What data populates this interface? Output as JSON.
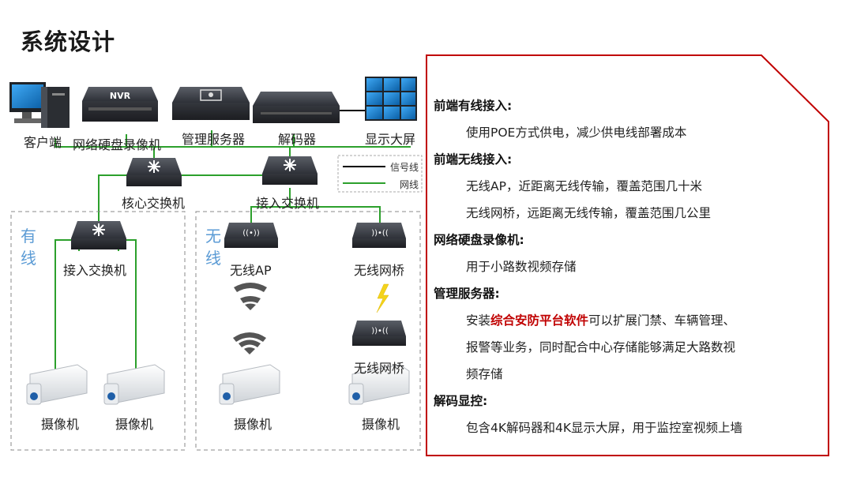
{
  "title": "系统设计",
  "devices": {
    "client": "客户端",
    "nvr": "网络硬盘录像机",
    "nvr_badge": "NVR",
    "mgmt_server": "管理服务器",
    "decoder": "解码器",
    "display": "显示大屏",
    "core_switch": "核心交换机",
    "access_switch_top": "接入交换机",
    "access_switch_wired": "接入交换机",
    "wireless_ap": "无线AP",
    "wireless_bridge_top": "无线网桥",
    "wireless_bridge_bottom": "无线网桥",
    "camera": "摄像机"
  },
  "zones": {
    "wired": "有线",
    "wireless": "无线"
  },
  "legend": {
    "signal": "信号线",
    "network": "网线"
  },
  "colors": {
    "network_line": "#2ca02c",
    "signal_line": "#000000",
    "panel_border": "#c00000",
    "highlight": "#c00000",
    "zone_label": "#5b9bd5"
  },
  "info": {
    "s1_title": "前端有线接入:",
    "s1_line1": "使用POE方式供电，减少供电线部署成本",
    "s2_title": "前端无线接入:",
    "s2_line1": "无线AP，近距离无线传输，覆盖范围几十米",
    "s2_line2": "无线网桥，远距离无线传输，覆盖范围几公里",
    "s3_title": "网络硬盘录像机:",
    "s3_line1": "用于小路数视频存储",
    "s4_title": "管理服务器:",
    "s4_pre": "安装",
    "s4_highlight": "综合安防平台软件",
    "s4_post": "可以扩展门禁、车辆管理、",
    "s4_line2": "报警等业务，同时配合中心存储能够满足大路数视",
    "s4_line3": "频存储",
    "s5_title": "解码显控:",
    "s5_line1": "包含4K解码器和4K显示大屏，用于监控室视频上墙"
  }
}
